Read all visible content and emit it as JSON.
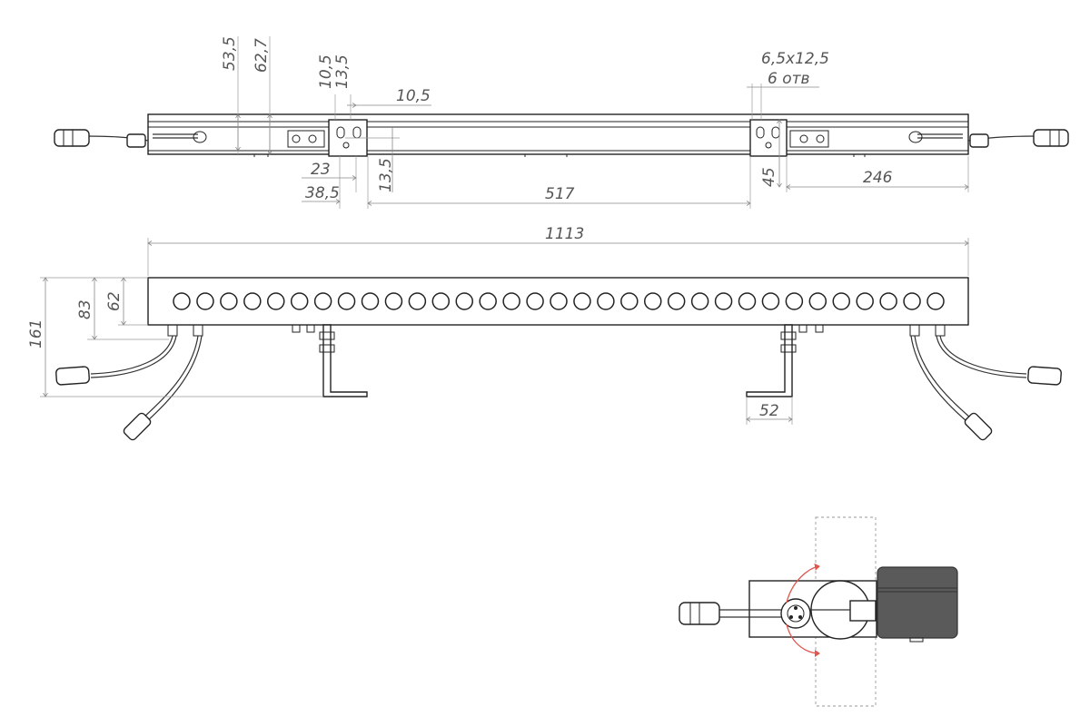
{
  "dimensions": {
    "top_53_5": "53,5",
    "top_62_7": "62,7",
    "top_10_5_v": "10,5",
    "top_13_5_v": "13,5",
    "top_10_5_h": "10,5",
    "hole_size": "6,5x12,5",
    "hole_count": "6 отв",
    "top_23": "23",
    "top_13_5_low": "13,5",
    "top_38_5": "38,5",
    "top_517": "517",
    "top_45": "45",
    "top_246": "246",
    "front_1113": "1113",
    "front_62": "62",
    "front_83": "83",
    "front_161": "161",
    "front_52": "52"
  },
  "lens_count": 33,
  "colors": {
    "line": "#222222",
    "dimension": "#555555",
    "rotation_arrow": "#e0574f",
    "end_cap": "#5a5a5a"
  }
}
